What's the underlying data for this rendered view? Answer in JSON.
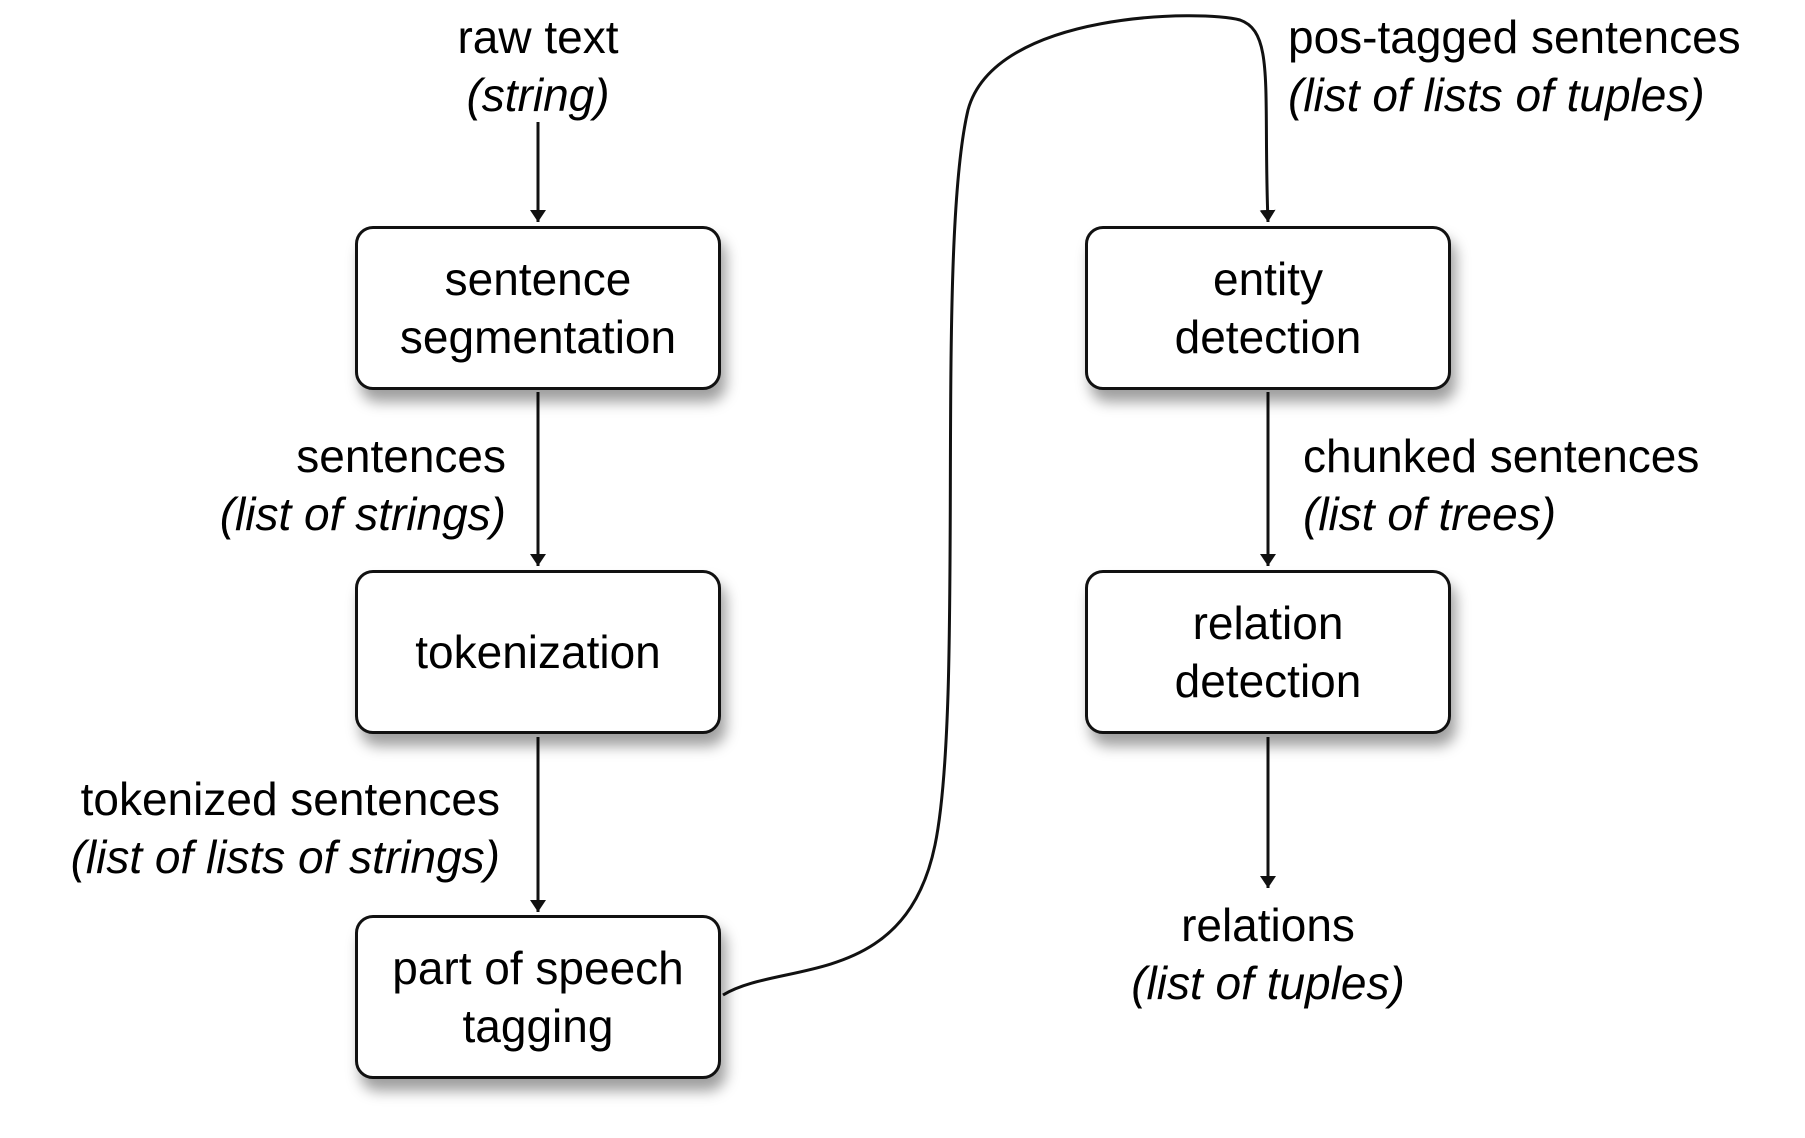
{
  "colors": {
    "stroke": "#111111",
    "box_fill": "#ffffff",
    "text": "#000000"
  },
  "nodes": {
    "sentence_segmentation": {
      "line1": "sentence",
      "line2": "segmentation"
    },
    "tokenization": {
      "line1": "tokenization"
    },
    "pos_tagging": {
      "line1": "part of speech",
      "line2": "tagging"
    },
    "entity_detection": {
      "line1": "entity",
      "line2": "detection"
    },
    "relation_detection": {
      "line1": "relation",
      "line2": "detection"
    }
  },
  "edge_labels": {
    "raw_text": {
      "name": "raw text",
      "type": "(string)"
    },
    "sentences": {
      "name": "sentences",
      "type": "(list of strings)"
    },
    "tokenized_sentences": {
      "name": "tokenized sentences",
      "type": "(list of lists of strings)"
    },
    "pos_tagged_sentences": {
      "name": "pos-tagged sentences",
      "type": "(list of lists of tuples)"
    },
    "chunked_sentences": {
      "name": "chunked sentences",
      "type": "(list of trees)"
    },
    "relations": {
      "name": "relations",
      "type": "(list of tuples)"
    }
  }
}
